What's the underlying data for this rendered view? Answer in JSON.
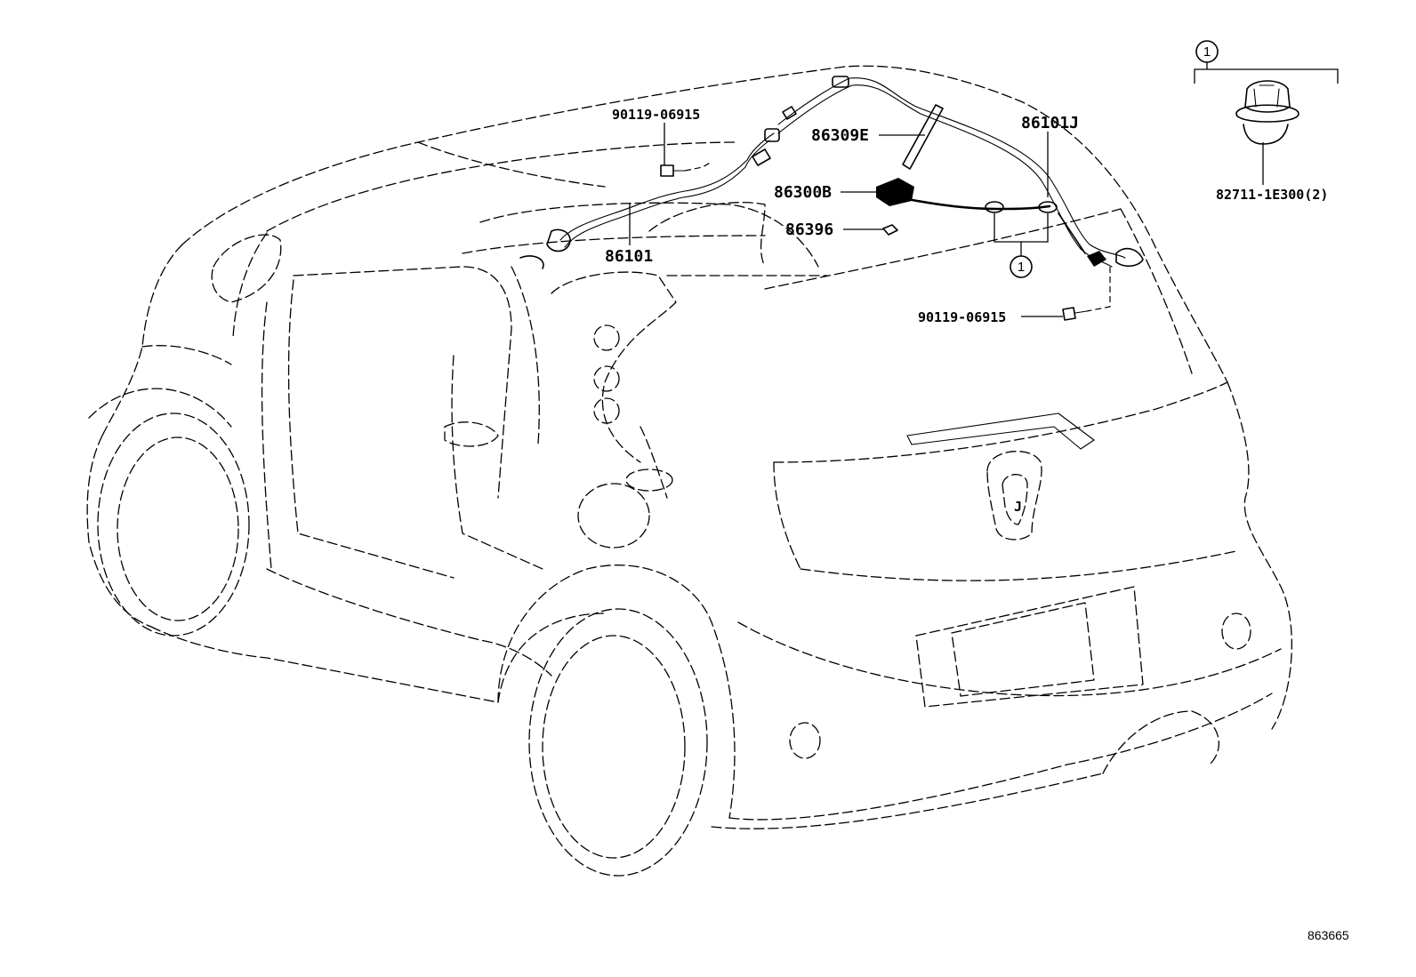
{
  "callouts": {
    "bolt_top": "90119-06915",
    "bolt_right": "90119-06915",
    "antenna_cable": "86309E",
    "antenna_base": "86300B",
    "antenna_clip": "86396",
    "cord_main": "86101",
    "cord_j": "86101J",
    "clamp_part": "82711-1E300(2)"
  },
  "markers": {
    "group_top": "1",
    "group_mid": "1"
  },
  "emblem_letter": "J",
  "reference_code": "863665"
}
